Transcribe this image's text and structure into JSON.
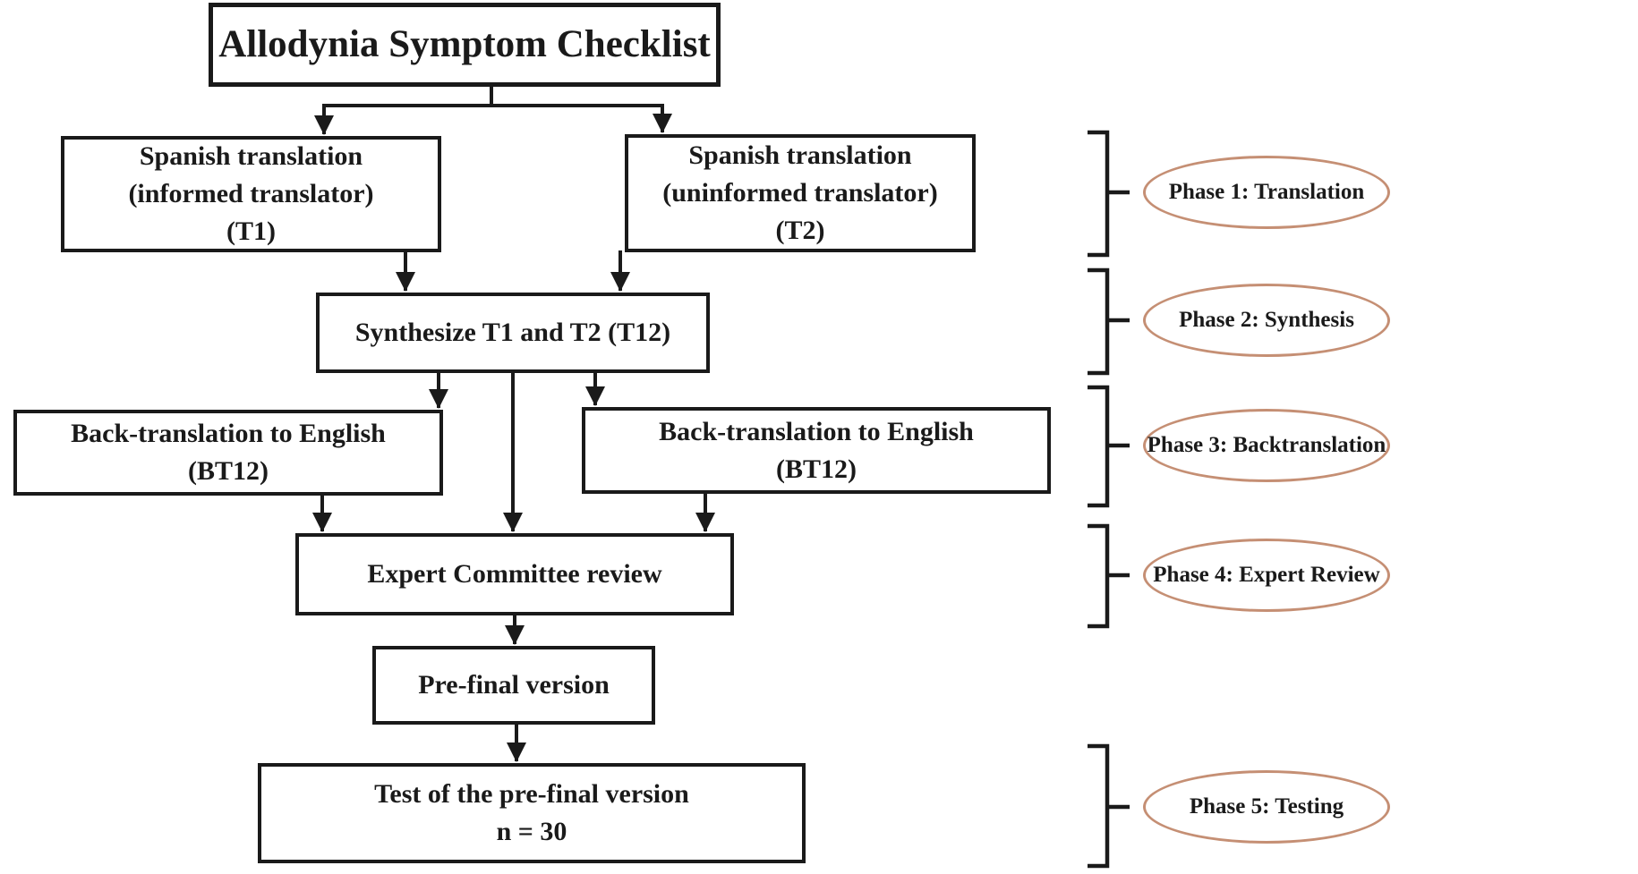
{
  "figure": {
    "background": "#ffffff",
    "line_color": "#1a1a1a",
    "ellipse_border_color": "#c58f74",
    "text_color": "#1a1a1a"
  },
  "flow": {
    "title": "Allodynia Symptom Checklist",
    "boxes": {
      "t1": "Spanish translation\n(informed translator)\n(T1)",
      "t2": "Spanish translation\n(uninformed translator)\n(T2)",
      "synthesis": "Synthesize T1 and T2 (T12)",
      "bt1": "Back-translation to English\n(BT12)",
      "bt2": "Back-translation to English\n(BT12)",
      "expert": "Expert Committee review",
      "prefinal": "Pre-final version",
      "test": "Test of the pre-final version\nn = 30"
    }
  },
  "phases": [
    {
      "label": "Phase 1: Translation"
    },
    {
      "label": "Phase 2: Synthesis"
    },
    {
      "label": "Phase 3: Backtranslation"
    },
    {
      "label": "Phase 4: Expert Review"
    },
    {
      "label": "Phase 5: Testing"
    }
  ]
}
